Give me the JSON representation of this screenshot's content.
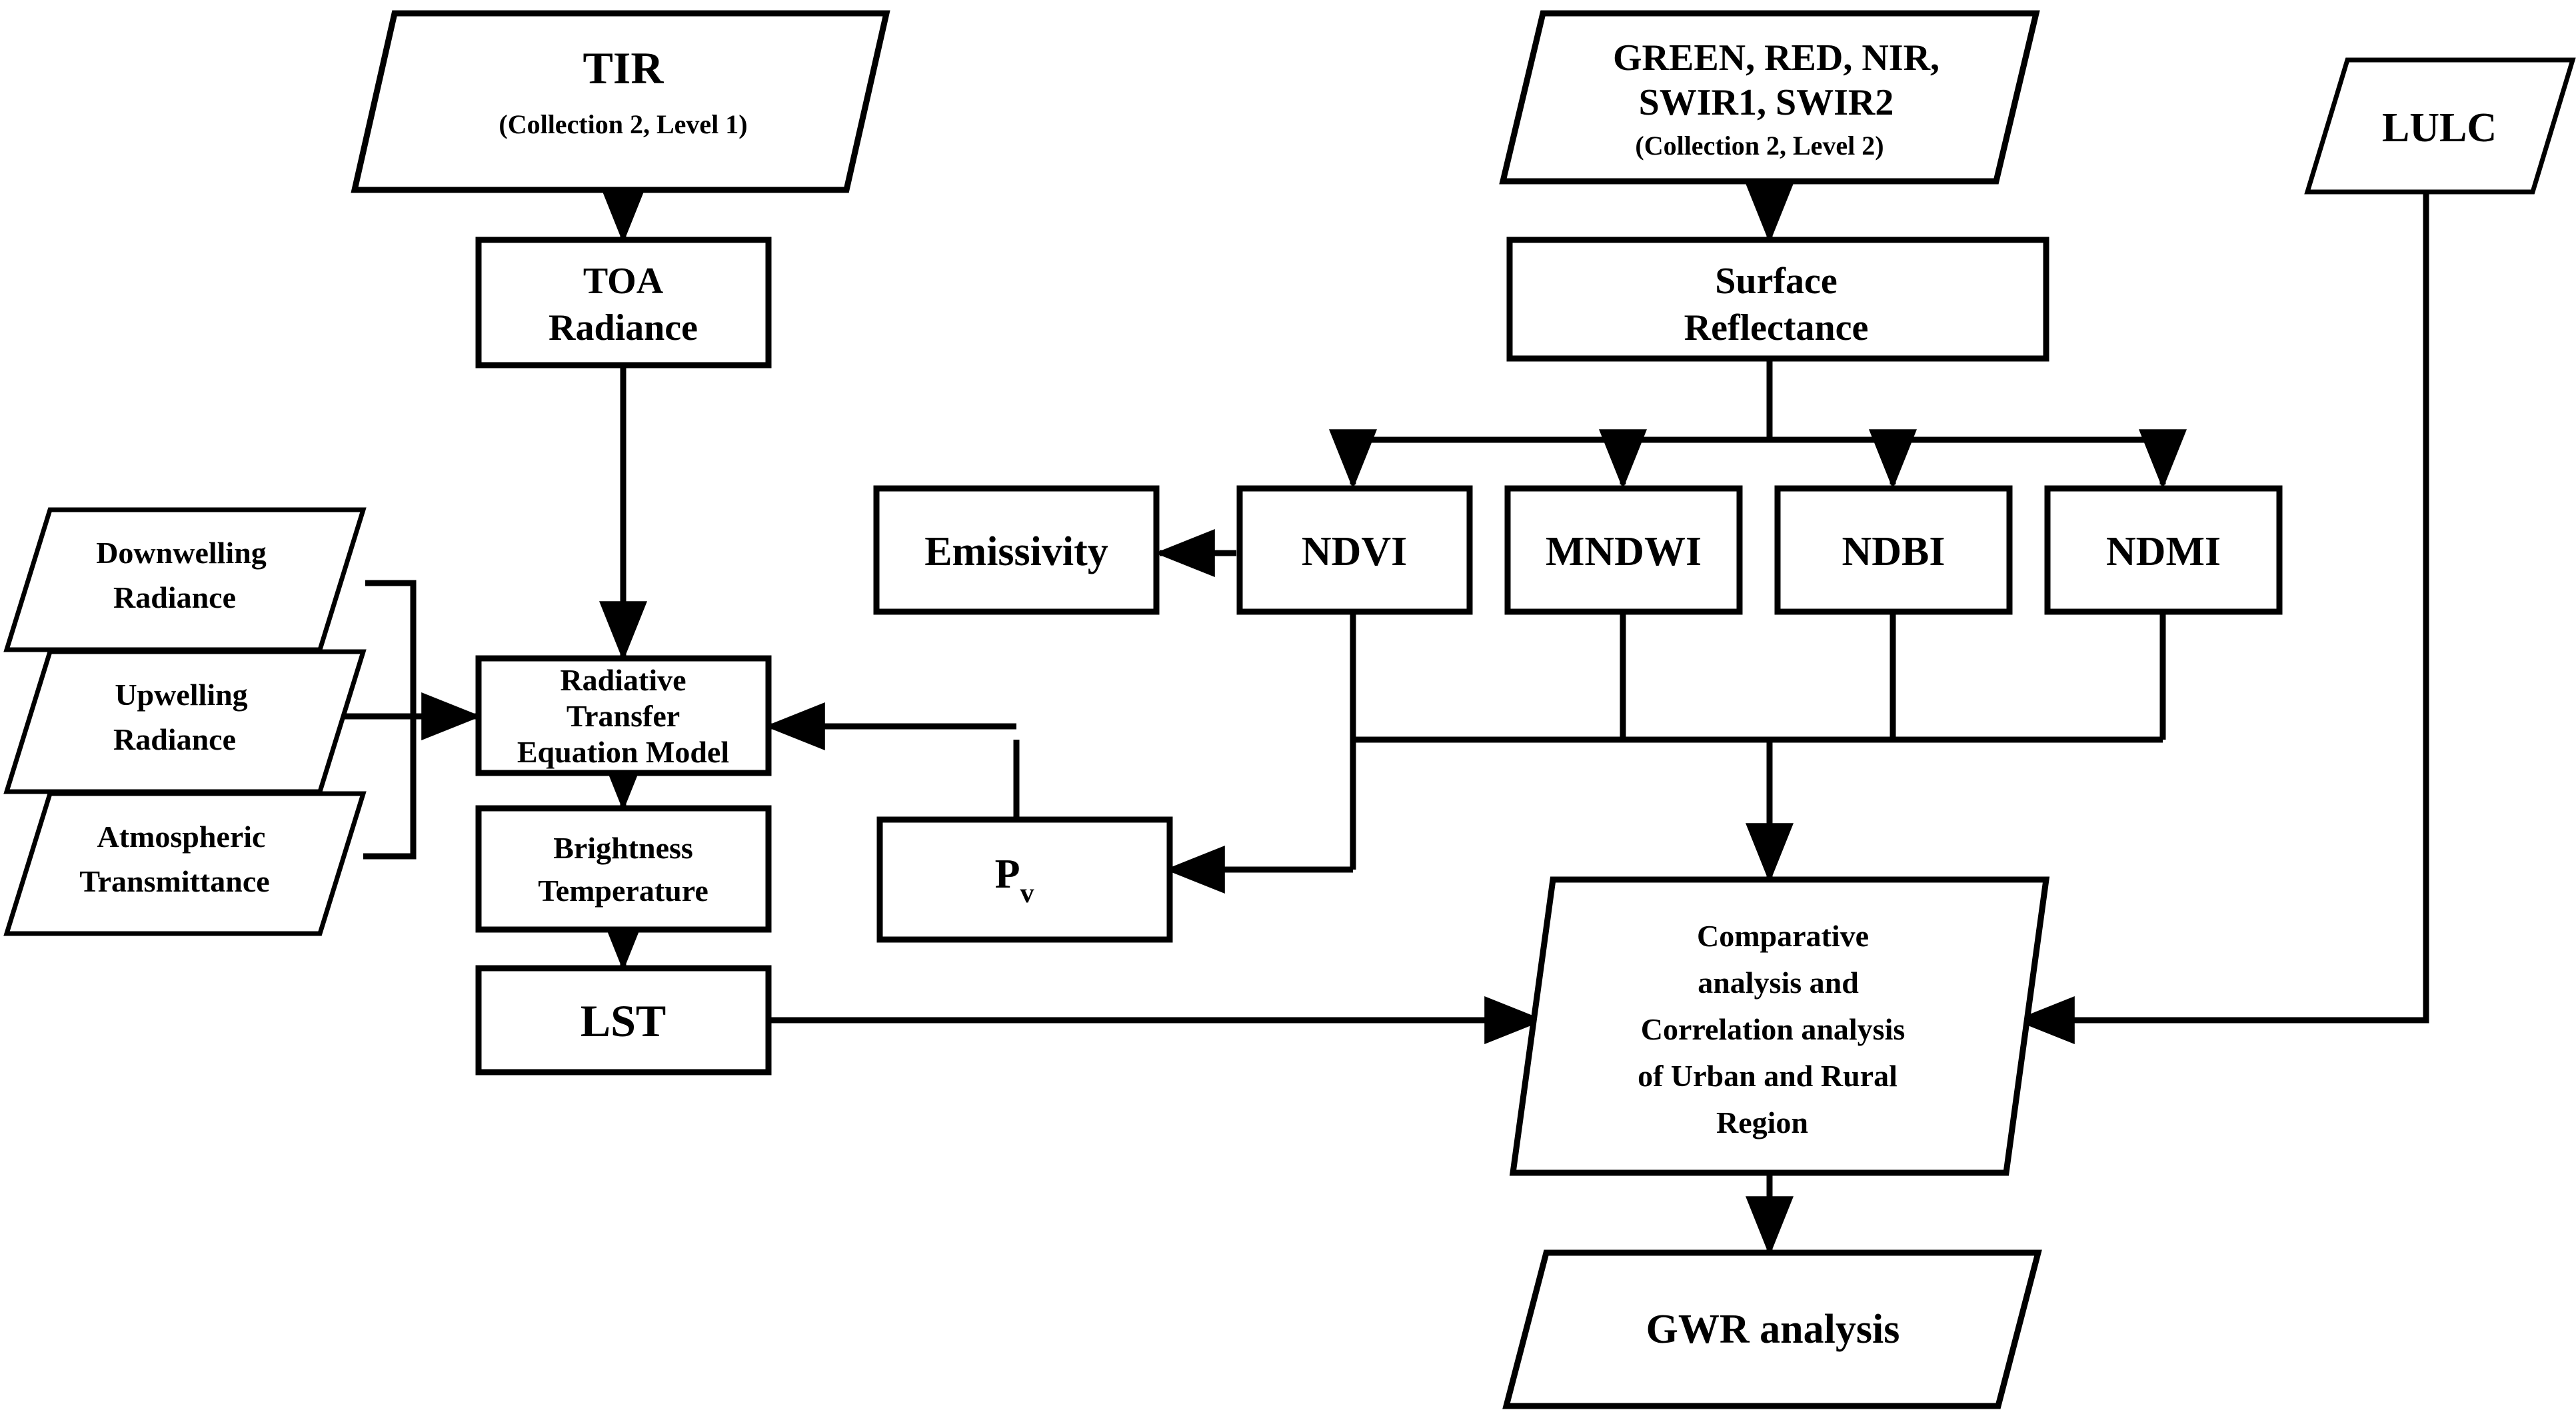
{
  "diagram": {
    "title": "LST retrieval and spectral index comparative analysis workflow",
    "colors": {
      "stroke": "#000000",
      "fill": "#ffffff",
      "background": "#ffffff"
    },
    "nodes": {
      "tir": {
        "label": "TIR",
        "sublabel": "(Collection 2, Level 1)",
        "shape": "parallelogram"
      },
      "toa_radiance": {
        "line1": "TOA",
        "line2": "Radiance",
        "shape": "rectangle"
      },
      "downwelling": {
        "line1": "Downwelling",
        "line2": "Radiance",
        "shape": "parallelogram"
      },
      "upwelling": {
        "line1": "Upwelling",
        "line2": "Radiance",
        "shape": "parallelogram"
      },
      "atmospheric": {
        "line1": "Atmospheric",
        "line2": "Transmittance",
        "shape": "parallelogram"
      },
      "rte_model": {
        "line1": "Radiative",
        "line2": "Transfer",
        "line3": "Equation Model",
        "shape": "rectangle"
      },
      "brightness": {
        "line1": "Brightness",
        "line2": "Temperature",
        "shape": "rectangle"
      },
      "lst": {
        "label": "LST",
        "shape": "rectangle"
      },
      "optical_bands": {
        "line1": "GREEN, RED, NIR,",
        "line2": "SWIR1, SWIR2",
        "sublabel": "(Collection 2, Level 2)",
        "shape": "parallelogram"
      },
      "surface_reflectance": {
        "line1": "Surface",
        "line2": "Reflectance",
        "shape": "rectangle"
      },
      "emissivity": {
        "label": "Emissivity",
        "shape": "rectangle"
      },
      "ndvi": {
        "label": "NDVI",
        "shape": "rectangle"
      },
      "mndwi": {
        "label": "MNDWI",
        "shape": "rectangle"
      },
      "ndbi": {
        "label": "NDBI",
        "shape": "rectangle"
      },
      "ndmi": {
        "label": "NDMI",
        "shape": "rectangle"
      },
      "pv": {
        "label": "P",
        "subscript": "v",
        "shape": "rectangle"
      },
      "lulc": {
        "label": "LULC",
        "shape": "parallelogram"
      },
      "comparative": {
        "line1": "Comparative",
        "line2": "analysis and",
        "line3": "Correlation analysis",
        "line4": "of Urban and Rural",
        "line5": "Region",
        "shape": "parallelogram"
      },
      "gwr": {
        "label": "GWR analysis",
        "shape": "parallelogram"
      }
    },
    "edges": [
      {
        "from": "tir",
        "to": "toa_radiance",
        "arrow": true
      },
      {
        "from": "toa_radiance",
        "to": "rte_model",
        "arrow": true
      },
      {
        "from": "downwelling",
        "to": "rte_model",
        "arrow": false
      },
      {
        "from": "upwelling",
        "to": "rte_model",
        "arrow": true
      },
      {
        "from": "atmospheric",
        "to": "rte_model",
        "arrow": false
      },
      {
        "from": "rte_model",
        "to": "brightness",
        "arrow": true
      },
      {
        "from": "brightness",
        "to": "lst",
        "arrow": true
      },
      {
        "from": "lst",
        "to": "comparative",
        "arrow": true
      },
      {
        "from": "optical_bands",
        "to": "surface_reflectance",
        "arrow": true
      },
      {
        "from": "surface_reflectance",
        "to": "ndvi",
        "arrow": true
      },
      {
        "from": "surface_reflectance",
        "to": "mndwi",
        "arrow": true
      },
      {
        "from": "surface_reflectance",
        "to": "ndbi",
        "arrow": true
      },
      {
        "from": "surface_reflectance",
        "to": "ndmi",
        "arrow": true
      },
      {
        "from": "ndvi",
        "to": "emissivity",
        "arrow": true
      },
      {
        "from": "ndvi",
        "to": "pv",
        "arrow": true
      },
      {
        "from": "emissivity",
        "to": "rte_model",
        "arrow": true
      },
      {
        "from": "ndvi",
        "to": "comparative",
        "arrow": true
      },
      {
        "from": "mndwi",
        "to": "comparative",
        "arrow": true
      },
      {
        "from": "ndbi",
        "to": "comparative",
        "arrow": true
      },
      {
        "from": "ndmi",
        "to": "comparative",
        "arrow": true
      },
      {
        "from": "lulc",
        "to": "comparative",
        "arrow": true
      },
      {
        "from": "comparative",
        "to": "gwr",
        "arrow": true
      }
    ]
  }
}
